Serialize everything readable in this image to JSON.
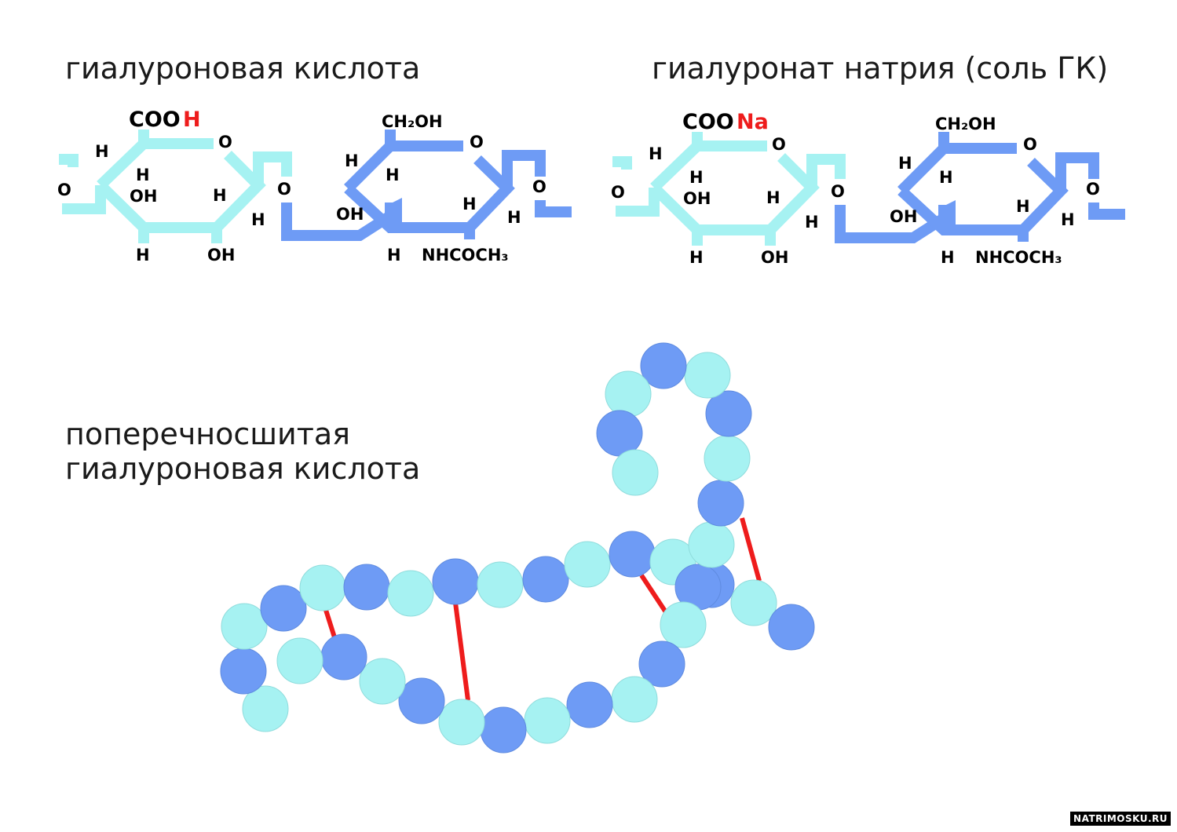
{
  "titles": {
    "hyaluronic_acid": "гиалуроновая кислота",
    "sodium_hyaluronate": "гиалуронат натрия (соль ГК)",
    "crosslinked_line1": "поперечносшитая",
    "crosslinked_line2": "гиалуроновая кислота"
  },
  "molecule_labels": {
    "coo": "COO",
    "h_acid": "H",
    "na": "Na",
    "ch2oh": "CH₂OH",
    "o": "O",
    "h": "H",
    "oh": "OH",
    "nhcoch3": "NHCOCH₃"
  },
  "colors": {
    "light_unit": "#a6f2f2",
    "dark_unit": "#6e9bf5",
    "crosslink": "#ee1c1c",
    "highlight": "#ee1c1c"
  },
  "watermark": "NATRIMOSKU.RU"
}
